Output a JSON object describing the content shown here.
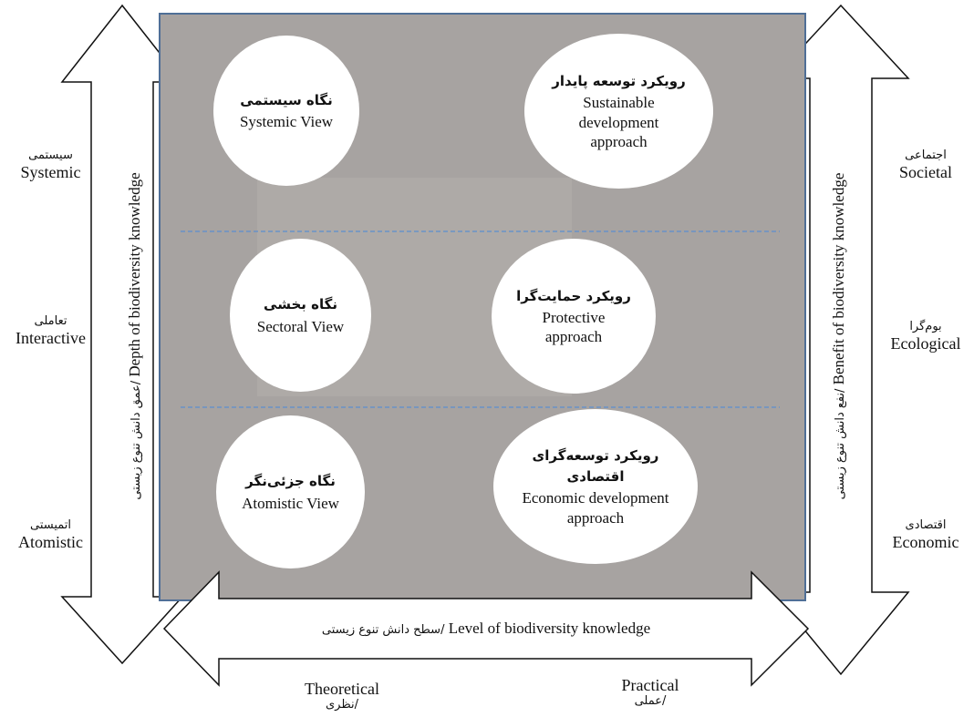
{
  "left_axis": {
    "label_en": "Depth of biodiversity knowledge",
    "label_fa": "عمق دانش تنوع زیستی/",
    "levels": [
      {
        "fa": "سیستمی",
        "en": "Systemic"
      },
      {
        "fa": "تعاملی",
        "en": "Interactive"
      },
      {
        "fa": "اتمیستی",
        "en": "Atomistic"
      }
    ]
  },
  "right_axis": {
    "label_en": "Benefit of biodiversity knowledge",
    "label_fa": "نفع دانش تنوع زیستی/",
    "levels": [
      {
        "fa": "اجتماعی",
        "en": "Societal"
      },
      {
        "fa": "بوم‌گرا",
        "en": "Ecological"
      },
      {
        "fa": "اقتصادی",
        "en": "Economic"
      }
    ]
  },
  "bottom_axis": {
    "label_en": "Level of biodiversity knowledge",
    "label_fa": "سطح دانش تنوع زیستی/",
    "ends": [
      {
        "en": "Theoretical",
        "fa": "نظری/"
      },
      {
        "en": "Practical",
        "fa": "عملی/"
      }
    ]
  },
  "views": [
    {
      "fa": "نگاه سیستمی",
      "en": "Systemic View"
    },
    {
      "fa": "نگاه بخشی",
      "en": "Sectoral View"
    },
    {
      "fa": "نگاه جزئی‌نگر",
      "en": "Atomistic View"
    }
  ],
  "approaches": [
    {
      "fa": "رویکرد توسعه پایدار",
      "en": "Sustainable development approach"
    },
    {
      "fa": "رویکرد حمایت‌گرا",
      "en": "Protective approach"
    },
    {
      "fa": "رویکرد توسعه‌گرای اقتصادی",
      "en": "Economic development approach"
    }
  ],
  "colors": {
    "panel": "#a7a3a1",
    "panel_border": "#4f6f97",
    "divider": "#5b8fd0",
    "arrow_fill": "#ffffff",
    "arrow_stroke": "#111111"
  }
}
